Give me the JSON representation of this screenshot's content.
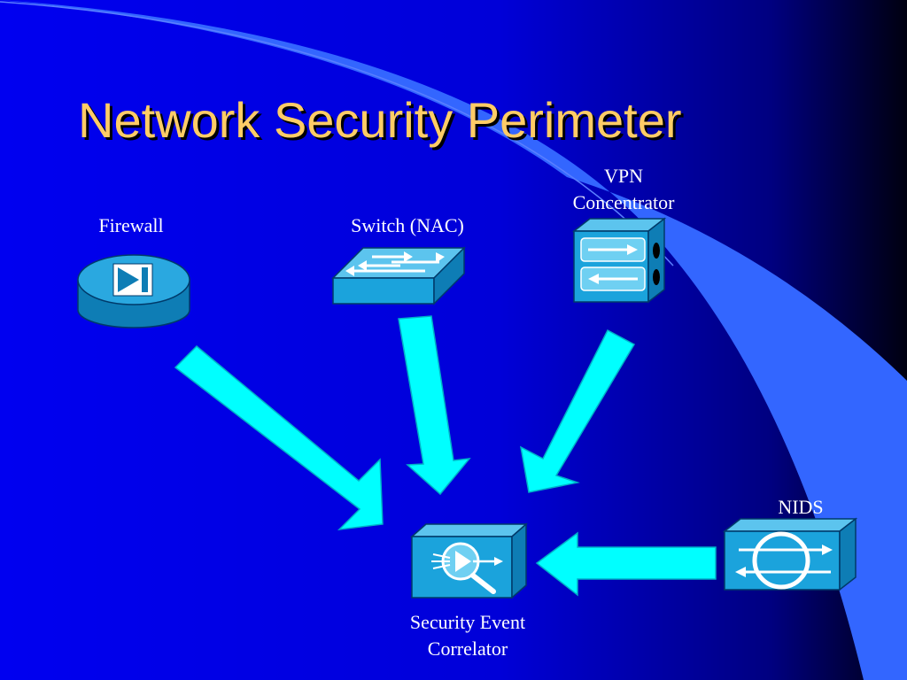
{
  "slide": {
    "title": "Network Security Perimeter",
    "colors": {
      "background": "#0000EE",
      "background_dark": "#000010",
      "accent_band": "#3366FF",
      "title": "#FFCC66",
      "device": "#1BA3DC",
      "device_top": "#6FD0F2",
      "device_side": "#0E7DB5",
      "arrow": "#00FFFF",
      "label": "#FFFFFF"
    }
  },
  "devices": {
    "firewall": {
      "label": "Firewall",
      "icon": "firewall-icon"
    },
    "switch": {
      "label": "Switch (NAC)",
      "icon": "switch-icon"
    },
    "vpn": {
      "label_line1": "VPN",
      "label_line2": "Concentrator",
      "icon": "vpn-concentrator-icon"
    },
    "nids": {
      "label": "NIDS",
      "icon": "ids-sensor-icon"
    },
    "correlator": {
      "label_line1": "Security Event",
      "label_line2": "Correlator",
      "icon": "security-event-correlator-icon"
    }
  },
  "arrows": [
    {
      "from": "Firewall",
      "to": "Security Event Correlator"
    },
    {
      "from": "Switch (NAC)",
      "to": "Security Event Correlator"
    },
    {
      "from": "VPN Concentrator",
      "to": "Security Event Correlator"
    },
    {
      "from": "NIDS",
      "to": "Security Event Correlator"
    }
  ]
}
